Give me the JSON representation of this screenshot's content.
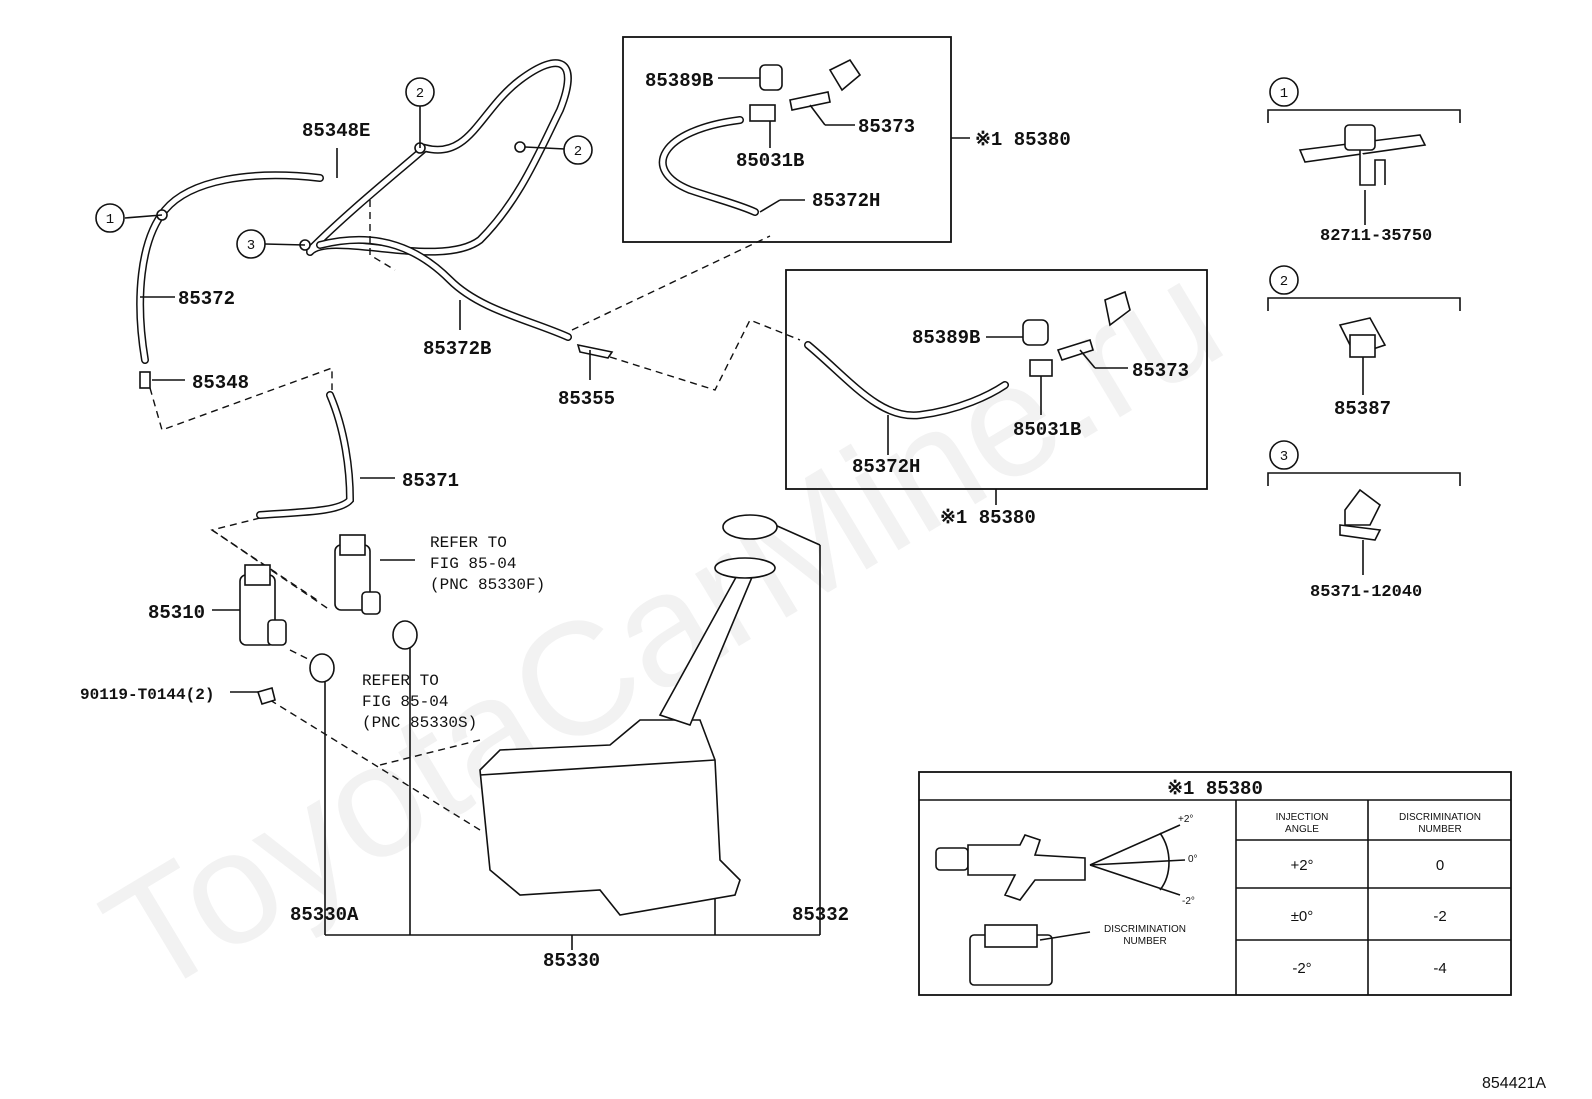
{
  "watermark": "ToyotaCarMine.ru",
  "figure_id": "854421A",
  "circles": {
    "c1": "1",
    "c2": "2",
    "c3": "3"
  },
  "labels": {
    "p85348E": "85348E",
    "p85372": "85372",
    "p85348": "85348",
    "p85372B": "85372B",
    "p85355": "85355",
    "p85371": "85371",
    "p85310": "85310",
    "p90119": "90119-T0144(2)",
    "p85330A": "85330A",
    "p85330": "85330",
    "p85332": "85332",
    "box1_85389B": "85389B",
    "box1_85373": "85373",
    "box1_85031B": "85031B",
    "box1_85372H": "85372H",
    "box1_ref": "※1 85380",
    "box2_85389B": "85389B",
    "box2_85373": "85373",
    "box2_85031B": "85031B",
    "box2_85372H": "85372H",
    "box2_ref": "※1 85380",
    "clip1": "82711-35750",
    "clip2": "85387",
    "clip3": "85371-12040"
  },
  "refer_f": [
    "REFER TO",
    "FIG 85-04",
    "(PNC 85330F)"
  ],
  "refer_s": [
    "REFER TO",
    "FIG 85-04",
    "(PNC 85330S)"
  ],
  "table": {
    "title": "※1 85380",
    "header_angle": [
      "INJECTION",
      "ANGLE"
    ],
    "header_disc": [
      "DISCRIMINATION",
      "NUMBER"
    ],
    "rows": [
      {
        "angle": "+2°",
        "number": "0"
      },
      {
        "angle": "±0°",
        "number": "-2"
      },
      {
        "angle": "-2°",
        "number": "-4"
      }
    ],
    "illus_plus": "+2°",
    "illus_zero": "0°",
    "illus_minus": "-2°",
    "illus_disc": [
      "DISCRIMINATION",
      "NUMBER"
    ]
  }
}
